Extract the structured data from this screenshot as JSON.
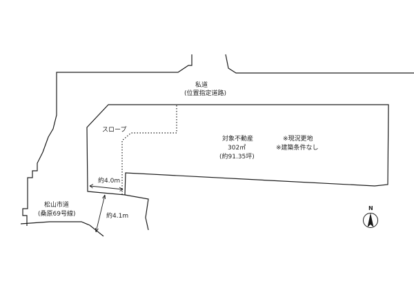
{
  "labels": {
    "private_road": "私道",
    "private_road_sub": "(位置指定道路)",
    "slope": "スロープ",
    "property_title": "対象不動産",
    "property_area": "302㎡",
    "property_area_tsubo": "(約91.35坪)",
    "status": "※現況更地",
    "condition": "※建築条件なし",
    "dim_width": "約4.0m",
    "dim_road": "約4.1m",
    "city_road": "松山市道",
    "city_road_sub": "(桑原69号線)",
    "north": "N"
  },
  "colors": {
    "line": "#1a1a1a",
    "text": "#222222",
    "background": "#ffffff"
  }
}
